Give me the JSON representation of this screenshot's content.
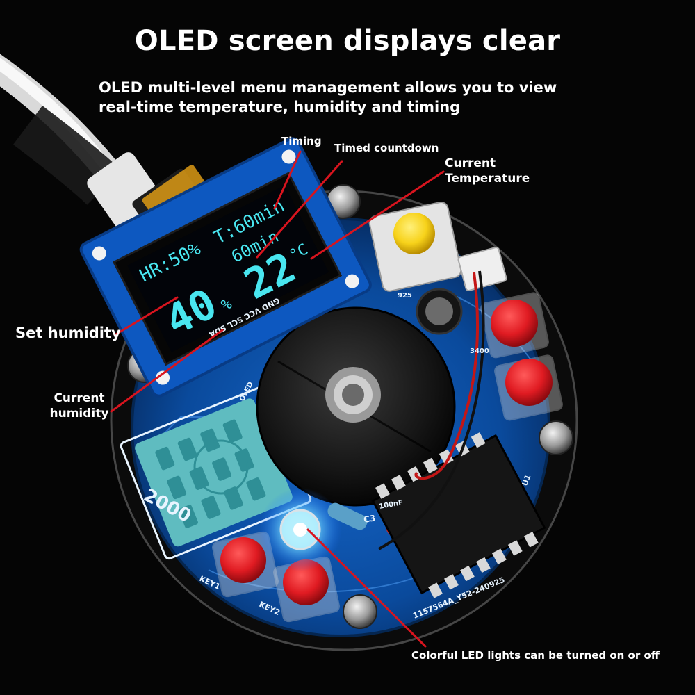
{
  "header": {
    "title": "OLED screen displays clear",
    "subtitle": "OLED multi-level menu management allows you to view real-time temperature, humidity and timing"
  },
  "callouts": {
    "timing": "Timing",
    "timed_countdown": "Timed countdown",
    "current_temperature": "Current Temperature",
    "set_humidity": "Set humidity",
    "current_humidity": "Current humidity",
    "led": "Colorful LED lights can be turned on or off"
  },
  "oled": {
    "set_humidity": "HR:50%",
    "timer": "T:60min",
    "countdown": "60min",
    "temperature": "22",
    "temperature_unit": "°C",
    "humidity": "40",
    "humidity_unit": "%"
  },
  "board": {
    "model_number": "2000",
    "key1": "KEY1",
    "key2": "KEY2",
    "c3_label": "C3",
    "cap_value": "100nF",
    "chip_marking": "1157564A_Y52-240925",
    "pin_header": "GND VCC SCL SDA",
    "u1": "U1",
    "r_label": "3400",
    "oled_label": "OLED",
    "part_925": "925"
  },
  "colors": {
    "pcb_blue": "#0a4a9c",
    "oled_cyan": "#49e6f0",
    "button_red": "#d9141b",
    "button_yellow": "#f7d21a",
    "callout_line": "#d8141e",
    "background": "#050505"
  }
}
